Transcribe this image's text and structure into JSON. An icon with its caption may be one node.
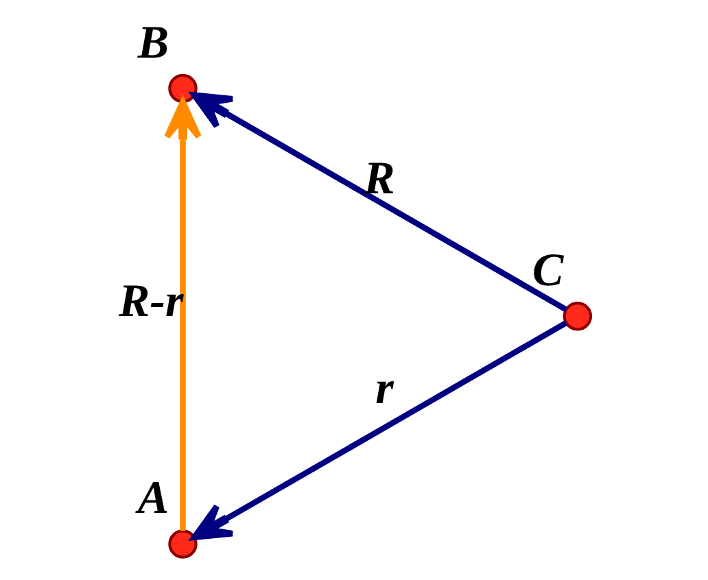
{
  "diagram": {
    "nodes": [
      {
        "text": [
          "A"
        ]
      },
      {
        "text": [
          "B"
        ]
      },
      {
        "text": [
          "C"
        ]
      }
    ],
    "edges": [
      {
        "from": 0,
        "to": 1,
        "arrow": "to",
        "label": "R-r",
        "color": "#ff8c00"
      },
      {
        "from": 2,
        "to": 0,
        "arrow": "to",
        "label": "r"
      },
      {
        "from": 2,
        "to": 1,
        "arrow": "to",
        "label": "R"
      }
    ]
  }
}
